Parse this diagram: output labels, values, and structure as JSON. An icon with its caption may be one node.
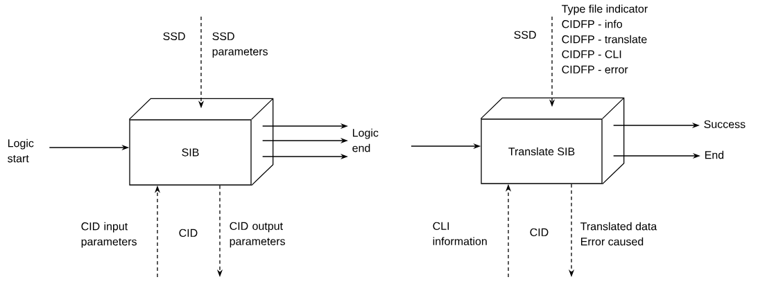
{
  "diagram": {
    "nodes": [
      {
        "text": [
          "Logic start"
        ]
      },
      {
        "text": [
          "SIB"
        ]
      },
      {
        "text": [
          "Logic end"
        ]
      },
      {
        "text": [
          "Translate SIB"
        ]
      },
      {
        "text": [
          "Success"
        ]
      },
      {
        "text": [
          "End"
        ]
      }
    ],
    "edges": [
      {
        "from": 0,
        "to": 1,
        "arrow": "to"
      },
      {
        "from": null,
        "to": 1,
        "arrow": "to",
        "style": "dashed"
      },
      {
        "from": null,
        "to": 1,
        "arrow": "to",
        "style": "dashed"
      },
      {
        "from": 1,
        "to": null,
        "arrow": "to",
        "style": "dashed"
      },
      {
        "from": 1,
        "to": 2,
        "arrow": "to"
      },
      {
        "from": 1,
        "to": 2,
        "arrow": "to"
      },
      {
        "from": 1,
        "to": 2,
        "arrow": "to"
      },
      {
        "from": null,
        "to": 3,
        "arrow": "to"
      },
      {
        "from": null,
        "to": 3,
        "arrow": "to",
        "style": "dashed"
      },
      {
        "from": null,
        "to": 3,
        "arrow": "to",
        "style": "dashed"
      },
      {
        "from": 3,
        "to": null,
        "arrow": "to",
        "style": "dashed"
      },
      {
        "from": 3,
        "to": 4,
        "arrow": "to"
      },
      {
        "from": 3,
        "to": 5,
        "arrow": "to"
      }
    ],
    "labels": [
      "SSD",
      "SSD parameters",
      "SSD",
      "Type file indicator",
      "CIDFP - info",
      "CIDFP - translate",
      "CIDFP - CLI",
      "CIDFP - error",
      "CID input parameters",
      "CID",
      "CID output parameters",
      "CLI information",
      "CID",
      "Translated data",
      "Error caused"
    ]
  }
}
